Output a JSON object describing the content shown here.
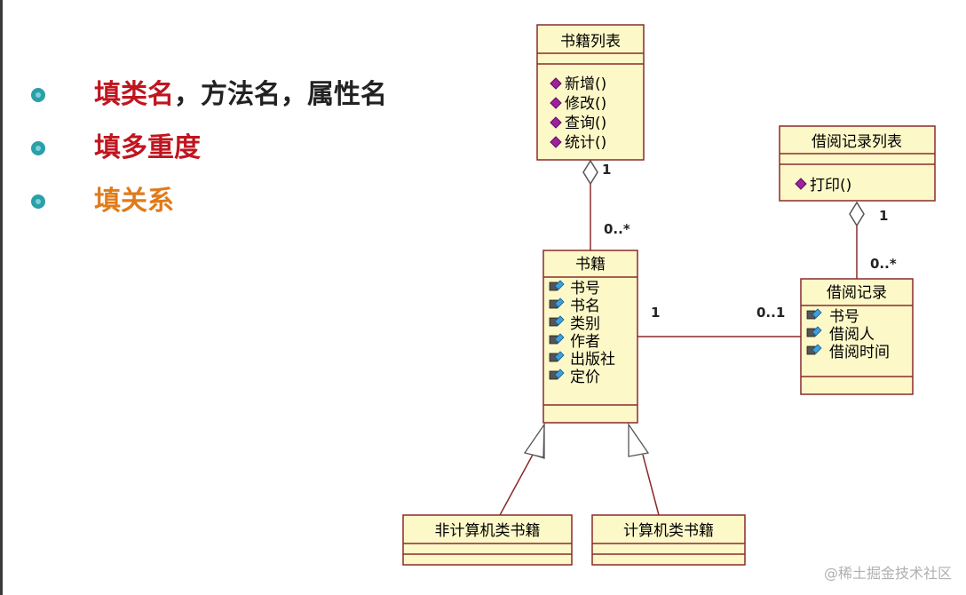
{
  "bullets": [
    {
      "prefix": "填类名",
      "rest": "，方法名，属性名",
      "prefix_color": "#c0151f",
      "rest_color": "#222222"
    },
    {
      "prefix": "填多重度",
      "rest": "",
      "prefix_color": "#c0151f",
      "rest_color": "#222222"
    },
    {
      "prefix": "填关系",
      "rest": "",
      "prefix_color": "#e07b1a",
      "rest_color": "#222222"
    }
  ],
  "classes": {
    "book_list": {
      "name": "书籍列表",
      "methods": [
        "新增()",
        "修改()",
        "查询()",
        "统计()"
      ]
    },
    "borrow_list": {
      "name": "借阅记录列表",
      "methods": [
        "打印()"
      ]
    },
    "book": {
      "name": "书籍",
      "attributes": [
        "书号",
        "书名",
        "类别",
        "作者",
        "出版社",
        "定价"
      ]
    },
    "borrow_record": {
      "name": "借阅记录",
      "attributes": [
        "书号",
        "借阅人",
        "借阅时间"
      ]
    },
    "non_cs_book": {
      "name": "非计算机类书籍"
    },
    "cs_book": {
      "name": "计算机类书籍"
    }
  },
  "multiplicities": {
    "book_list_end": "1",
    "book_end": "0..*",
    "borrow_list_end": "1",
    "borrow_record_end": "0..*",
    "assoc_book_end": "1",
    "assoc_record_end": "0..1"
  },
  "colors": {
    "class_fill": "#fdf8c8",
    "class_border": "#8a2a2a",
    "line": "#8a2a2a",
    "method_icon": "#a020a0",
    "attr_icon": "#3aa0e0",
    "bullet": "#2aa0a8"
  },
  "watermark": "@稀土掘金技术社区"
}
